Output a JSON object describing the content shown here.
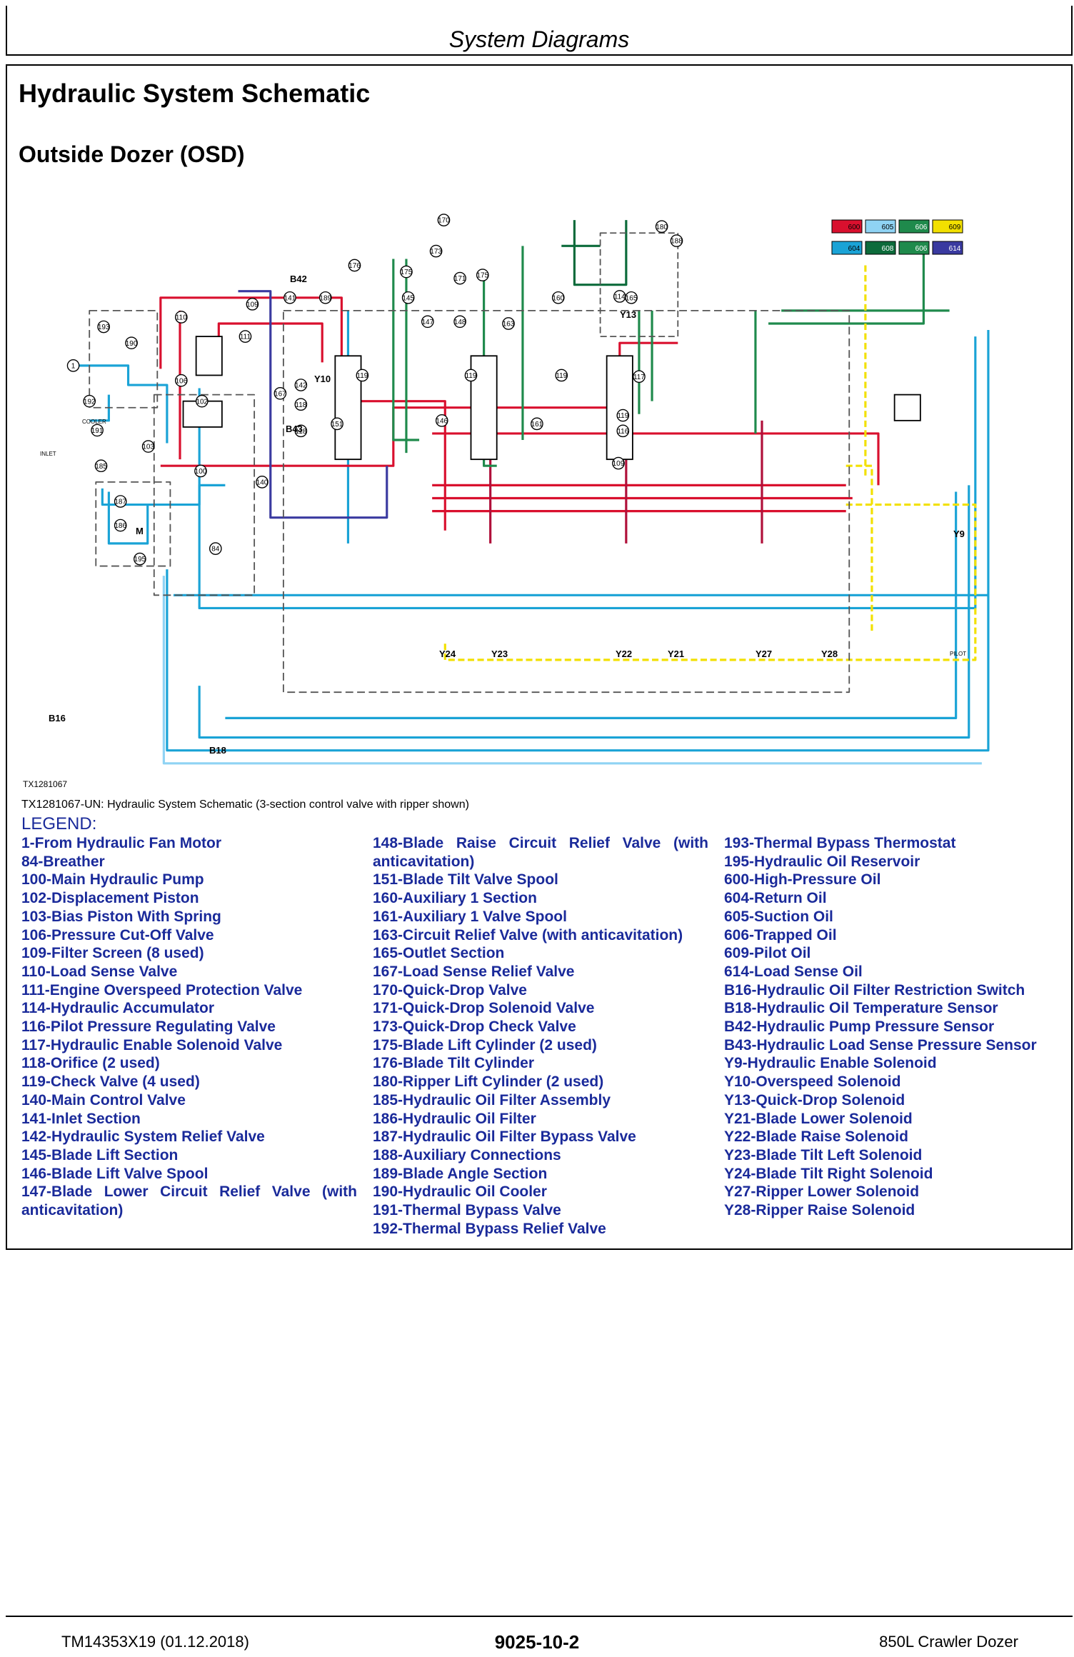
{
  "header": {
    "section": "System Diagrams"
  },
  "title": "Hydraulic System Schematic",
  "subtitle": "Outside Dozer (OSD)",
  "figure": {
    "id": "TX1281067",
    "caption": "TX1281067-UN: Hydraulic System Schematic (3-section control valve with ripper shown)",
    "color_key": [
      {
        "code": "600",
        "color": "#d9102e"
      },
      {
        "code": "605",
        "color": "#8fd3f4"
      },
      {
        "code": "606",
        "color": "#1f8a4c"
      },
      {
        "code": "609",
        "color": "#f2e000"
      },
      {
        "code": "604",
        "color": "#1aa3d6"
      },
      {
        "code": "608",
        "color": "#0d6b3b"
      },
      {
        "code": "606",
        "color": "#1f8a4c"
      },
      {
        "code": "614",
        "color": "#3a3aa0"
      }
    ],
    "labels": {
      "n1": "1",
      "n84": "84",
      "n100": "100",
      "n102": "102",
      "n103": "103",
      "n106": "106",
      "n109": "109",
      "n110": "110",
      "n111": "111",
      "n114": "114",
      "n116": "116",
      "n117": "117",
      "n118": "118",
      "n119": "119",
      "n140": "140",
      "n141": "141",
      "n142": "142",
      "n145": "145",
      "n146": "146",
      "n147": "147",
      "n148": "148",
      "n151": "151",
      "n160": "160",
      "n161": "161",
      "n163": "163",
      "n165": "165",
      "n167": "167",
      "n170": "170",
      "n171": "171",
      "n173": "173",
      "n175": "175",
      "n176": "176",
      "n180": "180",
      "n185": "185",
      "n186": "186",
      "n187": "187",
      "n188": "188",
      "n189": "189",
      "n190": "190",
      "n191": "191",
      "n192": "192",
      "n193": "193",
      "n195": "195",
      "b16": "B16",
      "b18": "B18",
      "b42": "B42",
      "b43": "B43",
      "y9": "Y9",
      "y10": "Y10",
      "y13": "Y13",
      "y21": "Y21",
      "y22": "Y22",
      "y23": "Y23",
      "y24": "Y24",
      "y27": "Y27",
      "y28": "Y28",
      "inlet": "INLET",
      "cooler": "COOLER",
      "pilot": "PILOT",
      "m": "M"
    }
  },
  "legend": {
    "title": "LEGEND:",
    "col1": [
      "1-From Hydraulic Fan Motor",
      "84-Breather",
      "100-Main Hydraulic Pump",
      "102-Displacement Piston",
      "103-Bias Piston With Spring",
      "106-Pressure Cut-Off Valve",
      "109-Filter Screen (8 used)",
      "110-Load Sense Valve",
      "111-Engine Overspeed Protection Valve",
      "114-Hydraulic Accumulator",
      "116-Pilot Pressure Regulating Valve",
      "117-Hydraulic Enable Solenoid Valve",
      "118-Orifice (2 used)",
      "119-Check Valve (4 used)",
      "140-Main Control Valve",
      "141-Inlet Section",
      "142-Hydraulic System Relief Valve",
      "145-Blade Lift Section",
      "146-Blade Lift Valve Spool",
      "147-Blade Lower Circuit Relief Valve (with",
      "anticavitation)"
    ],
    "col2": [
      "148-Blade Raise Circuit Relief Valve (with",
      "anticavitation)",
      "151-Blade Tilt Valve Spool",
      "160-Auxiliary 1 Section",
      "161-Auxiliary 1 Valve Spool",
      "163-Circuit Relief Valve (with anticavitation)",
      "165-Outlet Section",
      "167-Load Sense Relief Valve",
      "170-Quick-Drop Valve",
      "171-Quick-Drop Solenoid Valve",
      "173-Quick-Drop Check Valve",
      "175-Blade Lift Cylinder (2 used)",
      "176-Blade Tilt Cylinder",
      "180-Ripper Lift Cylinder (2 used)",
      "185-Hydraulic Oil Filter Assembly",
      "186-Hydraulic Oil Filter",
      "187-Hydraulic Oil Filter Bypass Valve",
      "188-Auxiliary Connections",
      "189-Blade Angle Section",
      "190-Hydraulic Oil Cooler",
      "191-Thermal Bypass Valve",
      "192-Thermal Bypass Relief Valve"
    ],
    "col3": [
      "193-Thermal Bypass Thermostat",
      "195-Hydraulic Oil Reservoir",
      "600-High-Pressure Oil",
      "604-Return Oil",
      "605-Suction Oil",
      "606-Trapped Oil",
      "609-Pilot Oil",
      "614-Load Sense Oil",
      "B16-Hydraulic Oil Filter Restriction Switch",
      "B18-Hydraulic Oil Temperature Sensor",
      "B42-Hydraulic Pump Pressure Sensor",
      "B43-Hydraulic Load Sense Pressure Sensor",
      "Y9-Hydraulic Enable Solenoid",
      "Y10-Overspeed Solenoid",
      "Y13-Quick-Drop Solenoid",
      "Y21-Blade Lower Solenoid",
      "Y22-Blade Raise Solenoid",
      "Y23-Blade Tilt Left Solenoid",
      "Y24-Blade Tilt Right Solenoid",
      "Y27-Ripper Lower Solenoid",
      "Y28-Ripper Raise Solenoid"
    ]
  },
  "footer": {
    "manual": "TM14353X19 (01.12.2018)",
    "page": "9025-10-2",
    "model": "850L Crawler Dozer"
  }
}
